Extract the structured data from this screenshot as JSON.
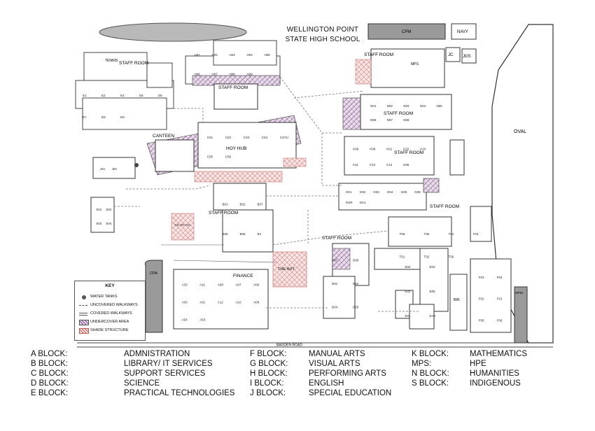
{
  "title": {
    "line1": "WELLINGTON POINT",
    "line2": "STATE HIGH SCHOOL"
  },
  "map_labels": {
    "tennis": "TENNIS",
    "staff_room": "STAFF ROOM",
    "canteen": "CANTEEN",
    "hoy_hub": "HOY HUB",
    "finance": "FINANCE",
    "the_hut": "THE HUT",
    "oval": "OVAL",
    "cpm": "CPM",
    "navy": "NAVY",
    "jc": "JC",
    "jgs": "JGS",
    "cpa": "CPA",
    "mp91": "MP91",
    "bagden_road": "BAGDEN ROAD",
    "bik": "BIK",
    "mps": "MPS",
    "the_tipi_pod": "THE TIPI POD"
  },
  "rooms": {
    "tennis_block": [
      "E1",
      "E2",
      "E4",
      "E5",
      "E6",
      "E7",
      "E8",
      "E9"
    ],
    "h_block": [
      "H01",
      "H02",
      "H03",
      "H04",
      "H05",
      "H06",
      "H07",
      "H08",
      "H09"
    ],
    "k_block": [
      "K09",
      "K08",
      "K01",
      "K02",
      "K10",
      "K11",
      "K12",
      "K13",
      "K55"
    ],
    "n_block": [
      "N01",
      "N02",
      "N03",
      "N04",
      "N05",
      "N06",
      "N07",
      "N08"
    ],
    "g_block": [
      "G01",
      "G02",
      "G03",
      "G04",
      "G05",
      "G06",
      "GSR",
      "GK1"
    ],
    "c_block": [
      "C01",
      "C02",
      "C03",
      "C04",
      "CSTU",
      "C05",
      "C06"
    ],
    "b_block": [
      "B01",
      "B02",
      "B07",
      "B05",
      "B06",
      "B4"
    ],
    "a_block": [
      "A33",
      "A11",
      "A09",
      "A07",
      "A06",
      "A03",
      "A01",
      "A12",
      "A10",
      "A08",
      "A54",
      "A53"
    ],
    "d_block": [
      "D07",
      "D06",
      "D01",
      "D02",
      "D04",
      "D05"
    ],
    "f_block": [
      "F03",
      "F04",
      "F02",
      "F01",
      "F05",
      "F06"
    ],
    "t_block": [
      "T06",
      "T05",
      "T04",
      "T03",
      "T01",
      "T02",
      "T56"
    ],
    "e_block": [
      "E04",
      "E03",
      "E02",
      "E05",
      "E01",
      "EA2"
    ],
    "j_block": [
      "J01",
      "J02"
    ],
    "s_block": [
      "S01",
      "S02",
      "S03",
      "S04"
    ]
  },
  "key": {
    "title": "KEY",
    "items": [
      {
        "label": "WATER TANKS",
        "symbol": "circle"
      },
      {
        "label": "UNCOVERED WALKWAYS",
        "symbol": "thin-line"
      },
      {
        "label": "COVERED WALKWAYS",
        "symbol": "double-line"
      },
      {
        "label": "UNDERCOVER AREA",
        "symbol": "purple-hatch"
      },
      {
        "label": "SHADE STRUCTURE",
        "symbol": "red-hatch"
      }
    ]
  },
  "blocks": [
    {
      "code": "A BLOCK:",
      "name": "ADMNISTRATION"
    },
    {
      "code": "B BLOCK:",
      "name": "LIBRARY/ IT SERVICES"
    },
    {
      "code": "C BLOCK:",
      "name": "SUPPORT SERVICES"
    },
    {
      "code": "D BLOCK:",
      "name": "SCIENCE"
    },
    {
      "code": "E BLOCK:",
      "name": "PRACTICAL TECHNOLOGIES"
    },
    {
      "code": "F BLOCK:",
      "name": "MANUAL ARTS"
    },
    {
      "code": "G BLOCK:",
      "name": "VISUAL ARTS"
    },
    {
      "code": "H BLOCK:",
      "name": "PERFORMING ARTS"
    },
    {
      "code": "I BLOCK:",
      "name": "ENGLISH"
    },
    {
      "code": "J BLOCK:",
      "name": "SPECIAL EDUCATION"
    },
    {
      "code": "K BLOCK:",
      "name": "MATHEMATICS"
    },
    {
      "code": "MPS:",
      "name": "HPE"
    },
    {
      "code": "N BLOCK:",
      "name": "HUMANITIES"
    },
    {
      "code": "S BLOCK:",
      "name": "INDIGENOUS"
    }
  ],
  "colors": {
    "building_outline": "#222222",
    "undercover_hatch": "#7a4a8a",
    "shade_hatch": "#c85a5a",
    "grey_fill": "#9a9a9a",
    "walkway": "#777777"
  }
}
